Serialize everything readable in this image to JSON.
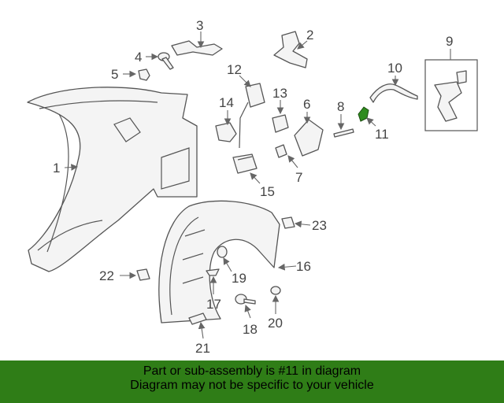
{
  "callouts": [
    "1",
    "2",
    "3",
    "4",
    "5",
    "6",
    "7",
    "8",
    "9",
    "10",
    "11",
    "12",
    "13",
    "14",
    "15",
    "16",
    "17",
    "18",
    "19",
    "20",
    "21",
    "22",
    "23"
  ],
  "banner": {
    "line1": "Part or sub-assembly is #11 in diagram",
    "line2": "Diagram may not be specific to your vehicle",
    "color": "#2f7d17"
  },
  "highlight_color": "#2e8b1e"
}
